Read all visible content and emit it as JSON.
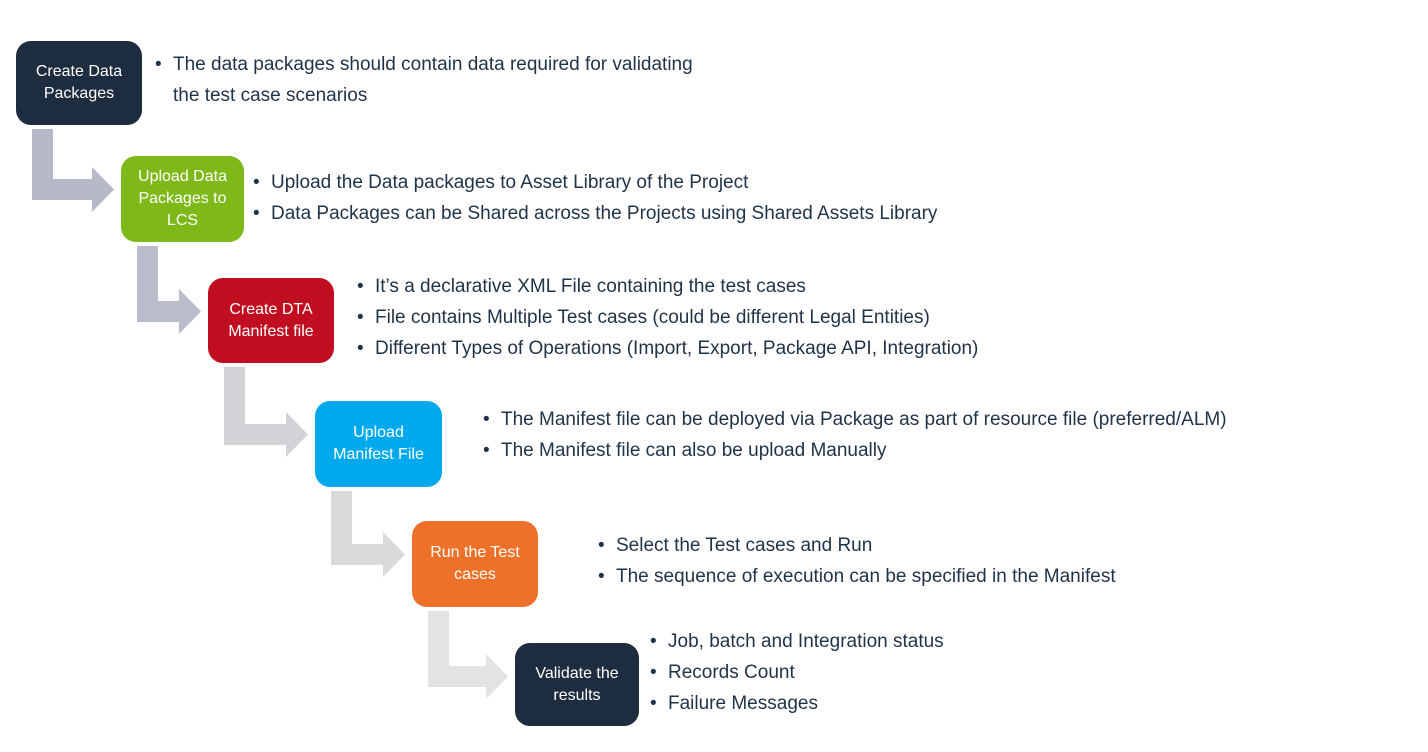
{
  "diagram": {
    "background_color": "#ffffff",
    "bullet_text_color": "#1f3348",
    "bullet_glyph": "•",
    "arrow_colors": [
      "#b6b9c8",
      "#b9bcca",
      "#d2d3d6",
      "#d9dadc",
      "#e2e3e5"
    ],
    "steps": [
      {
        "id": "create-data-packages",
        "label": "Create Data\nPackages",
        "box_color": "#1e2c40",
        "label_color": "#ffffff",
        "bullets": [
          "The data packages should contain data required for validating\nthe test case scenarios"
        ]
      },
      {
        "id": "upload-data-packages-to-lcs",
        "label": "Upload Data\nPackages to\nLCS",
        "box_color": "#7eb819",
        "label_color": "#ffffff",
        "bullets": [
          "Upload the Data packages to Asset Library of the Project",
          "Data Packages can be Shared across the Projects using Shared Assets Library"
        ]
      },
      {
        "id": "create-dta-manifest-file",
        "label": "Create DTA\nManifest file",
        "box_color": "#c00e20",
        "label_color": "#ffffff",
        "bullets": [
          "It’s a declarative XML File containing the test cases",
          "File contains Multiple Test cases (could be different Legal Entities)",
          "Different Types of Operations (Import, Export, Package API, Integration)"
        ]
      },
      {
        "id": "upload-manifest-file",
        "label": "Upload\nManifest File",
        "box_color": "#00a9ee",
        "label_color": "#ffffff",
        "bullets": [
          "The Manifest file can be deployed via Package as part of resource file (preferred/ALM)",
          "The Manifest file can also be upload Manually"
        ]
      },
      {
        "id": "run-the-test-cases",
        "label": "Run the Test\ncases",
        "box_color": "#ed7128",
        "label_color": "#ffffff",
        "bullets": [
          "Select the Test cases and Run",
          "The sequence of execution can be specified in the Manifest"
        ]
      },
      {
        "id": "validate-the-results",
        "label": "Validate the\nresults",
        "box_color": "#1e2c40",
        "label_color": "#ffffff",
        "bullets": [
          "Job, batch and Integration status",
          "Records Count",
          "Failure Messages"
        ]
      }
    ]
  }
}
